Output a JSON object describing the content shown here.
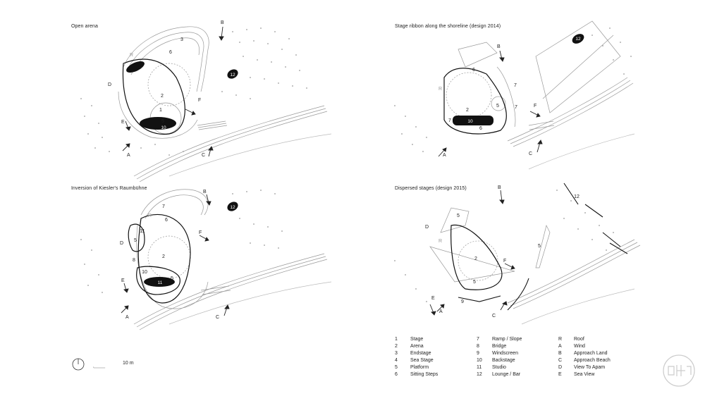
{
  "panels": [
    {
      "title": "Open arena"
    },
    {
      "title": "Stage ribbon along the shoreline (design 2014)"
    },
    {
      "title": "Inversion of Kiesler's Raumbühne"
    },
    {
      "title": "Dispersed stages (design 2015)"
    }
  ],
  "legend": {
    "col1": [
      {
        "code": "1",
        "label": "Stage"
      },
      {
        "code": "2",
        "label": "Arena"
      },
      {
        "code": "3",
        "label": "Endstage"
      },
      {
        "code": "4",
        "label": "Sea Stage"
      },
      {
        "code": "5",
        "label": "Platform"
      },
      {
        "code": "6",
        "label": "Sitting Steps"
      }
    ],
    "col2": [
      {
        "code": "7",
        "label": "Ramp / Slope"
      },
      {
        "code": "8",
        "label": "Bridge"
      },
      {
        "code": "9",
        "label": "Windscreen"
      },
      {
        "code": "10",
        "label": "Backstage"
      },
      {
        "code": "11",
        "label": "Studio"
      },
      {
        "code": "12",
        "label": "Lounge / Bar"
      }
    ],
    "col3": [
      {
        "code": "R",
        "label": "Roof"
      },
      {
        "code": "A",
        "label": "Wind"
      },
      {
        "code": "B",
        "label": "Approach Land"
      },
      {
        "code": "C",
        "label": "Approach Beach"
      },
      {
        "code": "D",
        "label": "View To Apam"
      },
      {
        "code": "E",
        "label": "Sea View"
      }
    ]
  },
  "scale": {
    "label": "10 m"
  },
  "labels": {
    "A": "A",
    "B": "B",
    "C": "C",
    "D": "D",
    "E": "E",
    "F": "F",
    "R": "R",
    "n1": "1",
    "n2": "2",
    "n3": "3",
    "n5": "5",
    "n6": "6",
    "n7": "7",
    "n8": "8",
    "n9": "9",
    "n10": "10",
    "n11": "11",
    "n12": "12"
  }
}
